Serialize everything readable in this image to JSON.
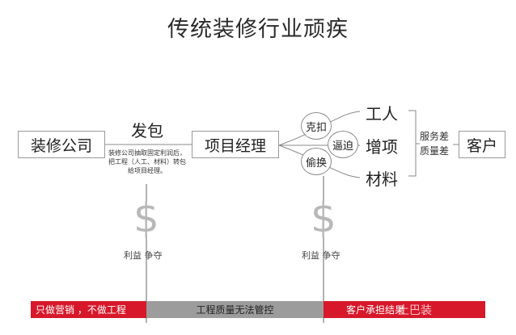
{
  "title": "传统装修行业顽疾",
  "nodes": {
    "company": "装修公司",
    "manager": "项目经理",
    "customer": "客户"
  },
  "edge_label_subcontract": "发包",
  "subcontract_note": "装修公司抽取固定利润后，把工程（人工、材料）转包给项目经理。",
  "circles": {
    "deduct": "克扣",
    "force": "逼迫",
    "cut_corners": "偷换"
  },
  "items": {
    "labor": "工人",
    "extra": "增项",
    "materials": "材料"
  },
  "customer_side": {
    "line1": "服务差",
    "line2": "质量差"
  },
  "profit_symbol": "$",
  "profit_label_left": "利益 争夺",
  "profit_label_right": "利益 争夺",
  "bottom": {
    "left": "只做营销 ，不做工程",
    "middle": "工程质量无法管控",
    "right": "客户承担结果"
  },
  "watermark": "土巴装",
  "colors": {
    "accent_red": "#d7182a",
    "band_gray": "#9c9c9c"
  }
}
